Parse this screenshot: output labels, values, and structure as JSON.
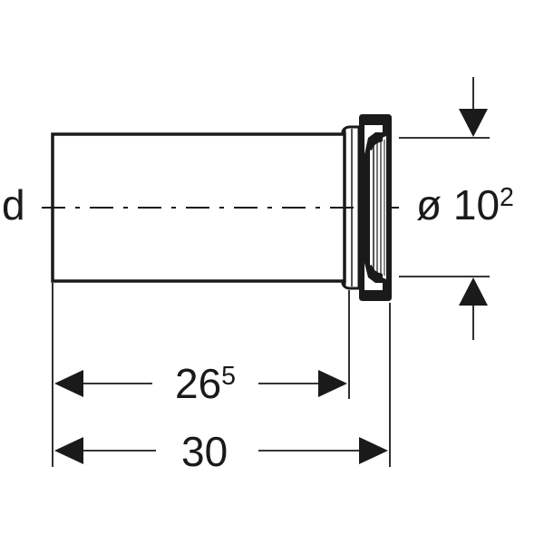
{
  "drawing": {
    "type": "technical-dimension-drawing",
    "subject": "pipe connector with lip seal",
    "stroke_color": "#1a1a1a",
    "background": "#ffffff"
  },
  "labels": {
    "pipe_diameter_symbol": "d",
    "outer_diameter_prefix": "ø 10",
    "outer_diameter_sup": "2",
    "inner_length_main": "26",
    "inner_length_sup": "5",
    "total_length": "30"
  },
  "dimensions": {
    "outer_diameter_cm": "10.2",
    "inner_length_cm": "26.5",
    "total_length_cm": "30"
  }
}
